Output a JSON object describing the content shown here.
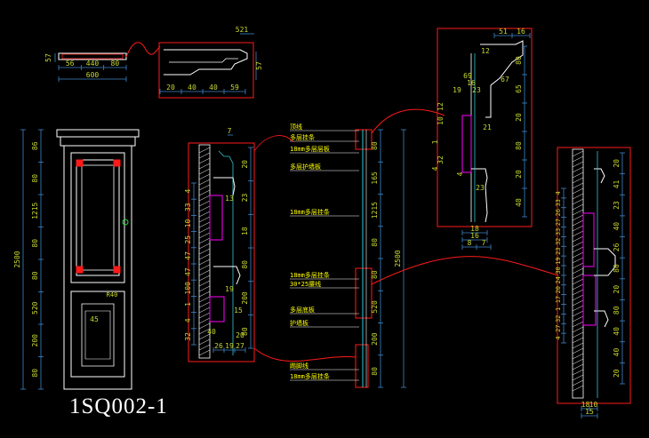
{
  "drawing": {
    "title": "1SQ002-1",
    "colors": {
      "background": "#000000",
      "outline": "#ffffff",
      "dimension": "#3f86c9",
      "dimension_text": "#c8d830",
      "frame": "#ff1a1a",
      "connector": "#ff1a1a",
      "callout": "#ffff00",
      "hatch": "#ff00ff",
      "detail_line": "#2ec7d6",
      "marker": "#2bdc3a"
    }
  },
  "top_plan": {
    "dims": [
      "57",
      "56",
      "440",
      "80",
      "600"
    ]
  },
  "cornice_detail": {
    "dims": [
      "521",
      "57",
      "20",
      "40",
      "40",
      "59"
    ]
  },
  "door_elevation": {
    "left_dims": [
      "86",
      "80",
      "1215",
      "80",
      "80",
      "520",
      "200",
      "80"
    ],
    "total": "2500",
    "panel_label": "45",
    "handle_label": "R40"
  },
  "section_a": {
    "top_dim": "7",
    "right_dims": [
      "20",
      "23",
      "18",
      "80",
      "200",
      "80"
    ],
    "left_dims": [
      "4",
      "33",
      "10",
      "25",
      "47",
      "47",
      "100",
      "1",
      "4",
      "32"
    ],
    "inner_dims": [
      "13",
      "19",
      "15",
      "20",
      "40"
    ],
    "bottom_dims": [
      "26",
      "19",
      "27"
    ]
  },
  "callouts": {
    "labels": [
      "顶线",
      "多层挂条",
      "18mm多层层板",
      "多层护墙板",
      "18mm多层挂条",
      "18mm多层挂条",
      "30*25腰线",
      "多层底板",
      "护墙板",
      "踢脚线",
      "18mm多层挂条"
    ],
    "dims": [
      "80",
      "165",
      "1215",
      "2500",
      "80",
      "80",
      "520",
      "200",
      "80"
    ]
  },
  "section_b": {
    "top_dims": [
      "51",
      "16",
      "12"
    ],
    "right_dims": [
      "80",
      "65",
      "20",
      "80",
      "20",
      "40"
    ],
    "left_dims": [
      "10",
      "12",
      "1",
      "4",
      "32",
      "19",
      "69",
      "16",
      "23",
      "21",
      "67",
      "4",
      "23"
    ],
    "bottom_dims": [
      "18",
      "16",
      "8",
      "7"
    ]
  },
  "section_c": {
    "right_dims": [
      "20",
      "41",
      "23",
      "40",
      "26",
      "80",
      "20",
      "80",
      "40",
      "40",
      "20"
    ],
    "left_dims": [
      "4",
      "33",
      "26",
      "27",
      "33",
      "32",
      "23",
      "19",
      "30",
      "24",
      "20",
      "17",
      "1",
      "32",
      "27",
      "4"
    ],
    "bottom_dims": [
      "18",
      "10",
      "15"
    ]
  }
}
